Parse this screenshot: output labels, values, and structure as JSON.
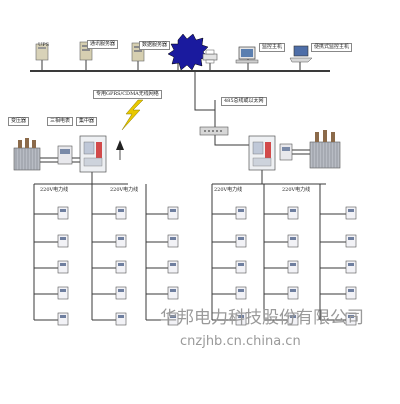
{
  "labels": {
    "ups": "UPS",
    "comm_server": "通讯服务器",
    "db_server": "数据服务器",
    "monitor_host": "监控主机",
    "portable_host": "便携式监控主机",
    "gprs_link": "专用GPRS/CDMA无线网络",
    "bus_485": "485总线或以太网",
    "transformer": "变压器",
    "three_phase_meter": "三相电表",
    "concentrator": "集中器",
    "line_1": "220V电力线",
    "line_2": "220V电力线",
    "line_3": "220V电力线",
    "line_4": "220V电力线"
  },
  "watermark": {
    "company": "华邦电力科技股份有限公司",
    "url": "cnzjhb.cn.china.cn"
  },
  "colors": {
    "line": "#3a3a3a",
    "network_cloud": "#1a1a9e",
    "lightning": "#e8c800",
    "meter_face": "#f2f2f6"
  }
}
